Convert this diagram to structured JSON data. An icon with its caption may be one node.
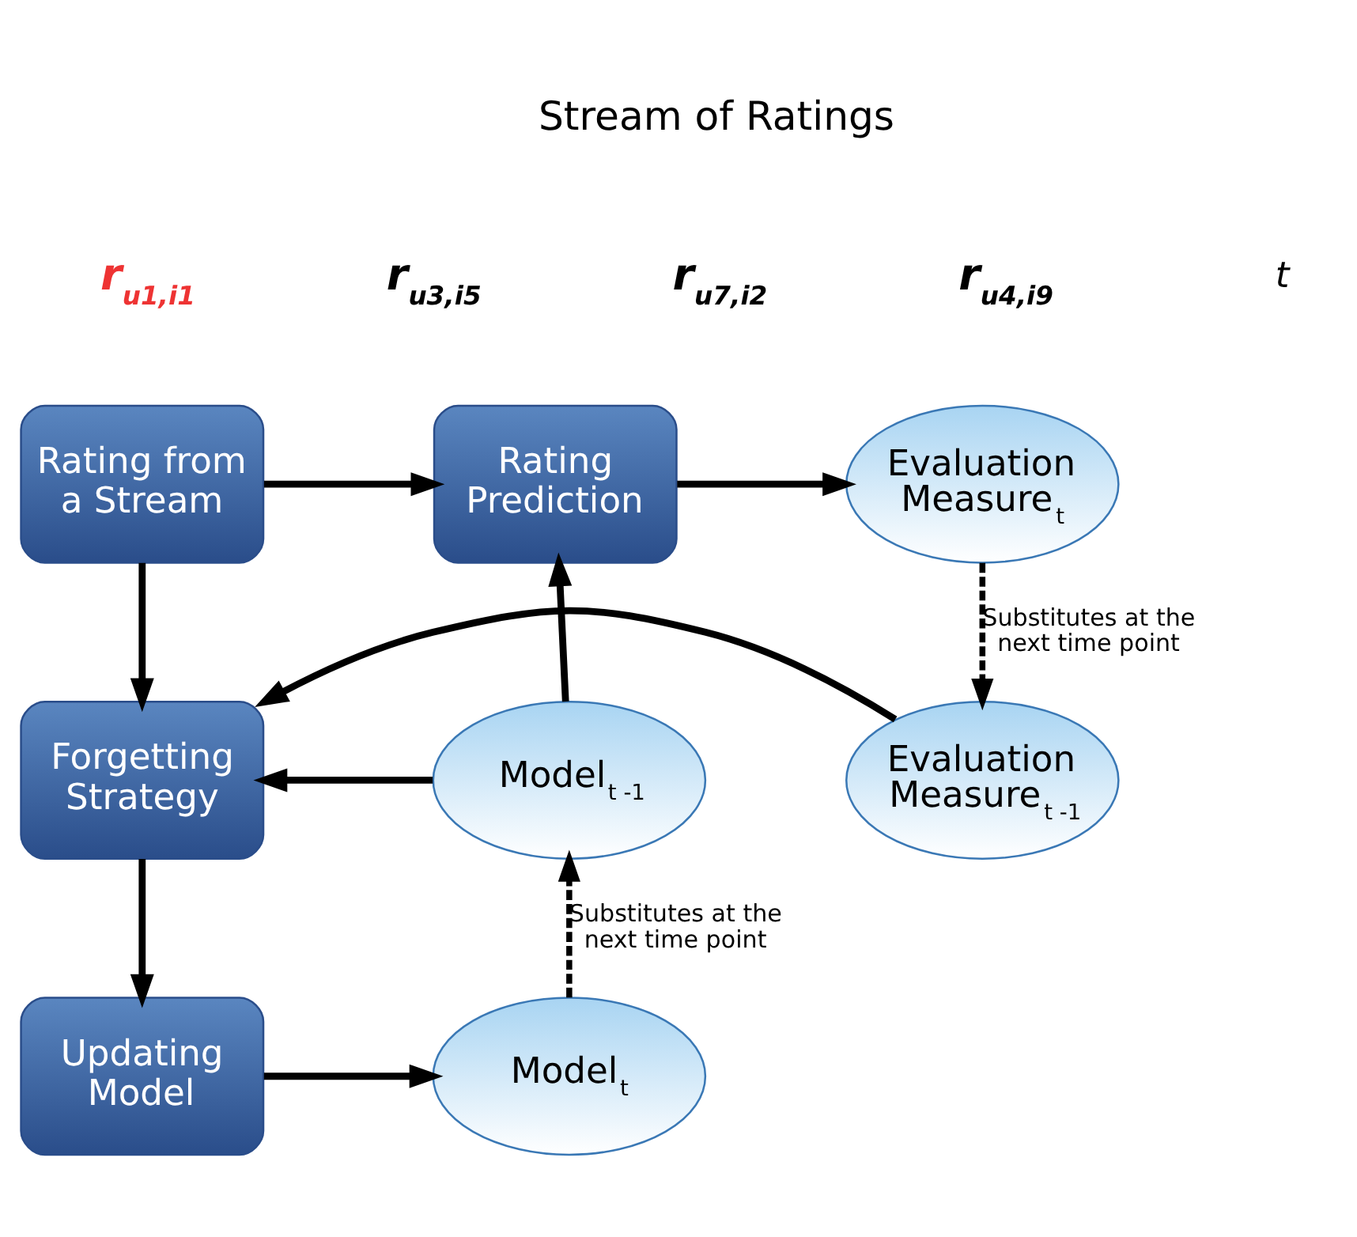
{
  "diagram": {
    "nodes": [
      {
        "text": [
          "Rating from a Stream"
        ]
      },
      {
        "text": [
          "Rating Prediction"
        ]
      },
      {
        "text": [
          "Evaluation Measure$_{t}$"
        ]
      },
      {
        "text": [
          "Forgetting Strategy"
        ]
      },
      {
        "text": [
          "Model$_{t -1}$"
        ]
      },
      {
        "text": [
          "Evaluation Measure$_{t -1}$"
        ]
      },
      {
        "text": [
          "Updating Model"
        ]
      },
      {
        "text": [
          "Model$_{t}$"
        ]
      }
    ],
    "edges": [
      {
        "from": 0,
        "to": 1,
        "arrow": "to"
      },
      {
        "from": 1,
        "to": 2,
        "arrow": "to"
      },
      {
        "from": 0,
        "to": 3,
        "arrow": "to"
      },
      {
        "from": 2,
        "to": 5,
        "arrow": "to",
        "style": "dashed",
        "label": "Substitutes at the next time point"
      },
      {
        "from": 5,
        "to": 3,
        "arrow": "to"
      },
      {
        "from": 4,
        "to": 1,
        "arrow": "to"
      },
      {
        "from": 4,
        "to": 3,
        "arrow": "to"
      },
      {
        "from": 3,
        "to": 6,
        "arrow": "to"
      },
      {
        "from": 6,
        "to": 7,
        "arrow": "to"
      },
      {
        "from": 7,
        "to": 4,
        "arrow": "to",
        "style": "dashed",
        "label": "Substitutes at the next time point"
      }
    ],
    "labels": [
      "Stream of Ratings",
      "r$_{u1,i1}$",
      "r$_{u3,i5}$",
      "r$_{u7,i2}$",
      "r$_{u4,i9}$",
      "t"
    ]
  }
}
